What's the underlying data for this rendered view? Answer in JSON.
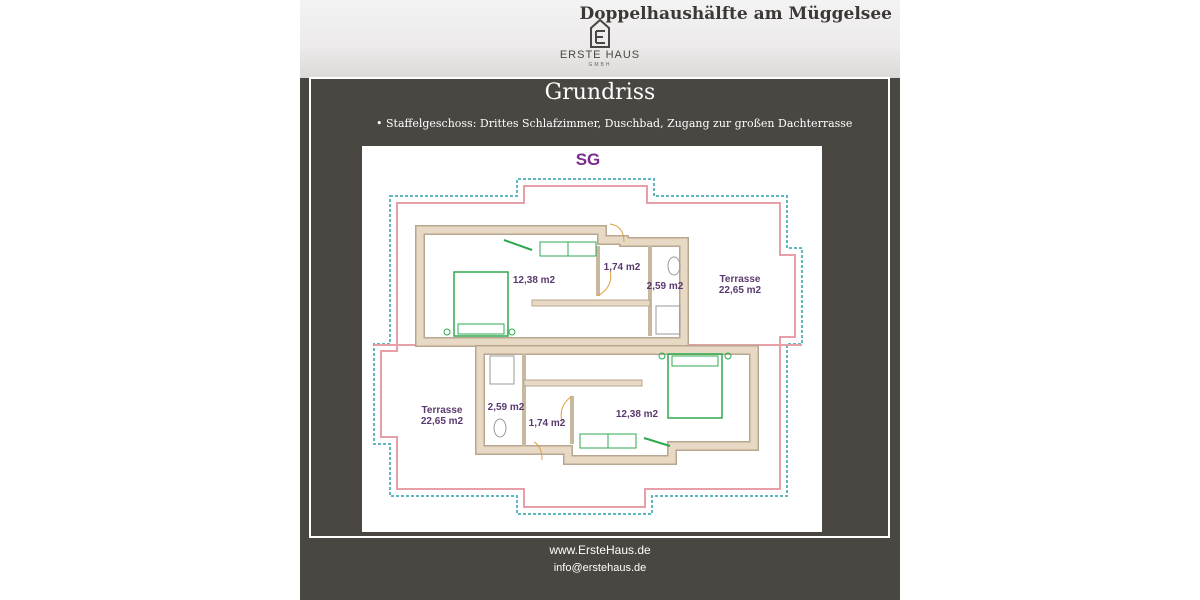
{
  "header": {
    "headline": "Doppelhaushälfte am Müggelsee",
    "logo_name": "ERSTE HAUS",
    "logo_sub": "GMBH"
  },
  "section": {
    "title": "Grundriss",
    "bullet": "• Staffelgeschoss: Drittes Schlafzimmer, Duschbad, Zugang zur großen Dachterrasse"
  },
  "plan": {
    "floor_label": "SG",
    "rooms": {
      "bedroom_top": "12,38 m2",
      "hall_top": "1,74 m2",
      "bath_top": "2,59 m2",
      "terrace_right_name": "Terrasse",
      "terrace_right_area": "22,65 m2",
      "terrace_left_name": "Terrasse",
      "terrace_left_area": "22,65 m2",
      "bath_bottom": "2,59 m2",
      "hall_bottom": "1,74 m2",
      "bedroom_bottom": "12,38 m2"
    }
  },
  "footer": {
    "website": "www.ErsteHaus.de",
    "email": "info@erstehaus.de"
  },
  "colors": {
    "panel": "#4a4642",
    "label_purple": "#7b2d8e",
    "wall_fill": "#e8d9c4",
    "terrace_pink": "#e8a0a8",
    "terrace_cyan": "#5fb8c0",
    "furniture_green": "#2fa84f"
  }
}
